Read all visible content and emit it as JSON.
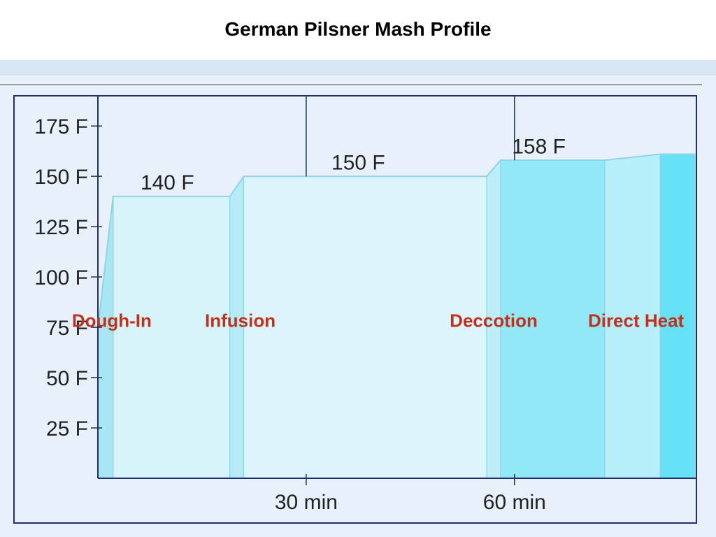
{
  "title": "German Pilsner Mash Profile",
  "chart_data": {
    "type": "area",
    "title": "German Pilsner Mash Profile",
    "xlabel": "",
    "ylabel": "",
    "xlim": [
      0,
      86
    ],
    "ylim": [
      0,
      190
    ],
    "grid": false,
    "y_ticks": [
      {
        "value": 25,
        "label": "25 F"
      },
      {
        "value": 50,
        "label": "50 F"
      },
      {
        "value": 75,
        "label": "75 F"
      },
      {
        "value": 100,
        "label": "100 F"
      },
      {
        "value": 125,
        "label": "125 F"
      },
      {
        "value": 150,
        "label": "150 F"
      },
      {
        "value": 175,
        "label": "175 F"
      }
    ],
    "x_ticks": [
      {
        "value": 30,
        "label": "30 min"
      },
      {
        "value": 60,
        "label": "60 min"
      }
    ],
    "profile": [
      {
        "x": 0,
        "y": 75
      },
      {
        "x": 2.2,
        "y": 140
      },
      {
        "x": 19,
        "y": 140
      },
      {
        "x": 21,
        "y": 150
      },
      {
        "x": 56,
        "y": 150
      },
      {
        "x": 58,
        "y": 158
      },
      {
        "x": 73,
        "y": 158
      },
      {
        "x": 81,
        "y": 161
      },
      {
        "x": 86,
        "y": 161
      }
    ],
    "segments": [
      {
        "x0": 0,
        "x1": 2.2,
        "color": "#a9e6f3"
      },
      {
        "x0": 2.2,
        "x1": 19,
        "color": "#d7f4fb"
      },
      {
        "x0": 19,
        "x1": 21,
        "color": "#b5ebf6"
      },
      {
        "x0": 21,
        "x1": 56,
        "color": "#dcf5fc"
      },
      {
        "x0": 56,
        "x1": 58,
        "color": "#bdeef8"
      },
      {
        "x0": 58,
        "x1": 73,
        "color": "#93e8f7"
      },
      {
        "x0": 73,
        "x1": 81,
        "color": "#b6eefa"
      },
      {
        "x0": 81,
        "x1": 86,
        "color": "#66e0f5"
      }
    ],
    "temp_labels": [
      {
        "text": "140 F",
        "x": 10,
        "y": 142
      },
      {
        "text": "150 F",
        "x": 37.5,
        "y": 152
      },
      {
        "text": "158 F",
        "x": 63.5,
        "y": 160
      }
    ],
    "annotations": [
      {
        "text": "Dough-In",
        "x": 2,
        "y": 78
      },
      {
        "text": "Infusion",
        "x": 20.5,
        "y": 78
      },
      {
        "text": "Deccotion",
        "x": 57,
        "y": 78
      },
      {
        "text": "Direct Heat",
        "x": 77.5,
        "y": 78
      }
    ],
    "vlines": [
      30,
      60
    ],
    "colors": {
      "frame": "#1c2e6b",
      "annotation": "#c0321e",
      "edge": "#8fd3e6"
    }
  }
}
